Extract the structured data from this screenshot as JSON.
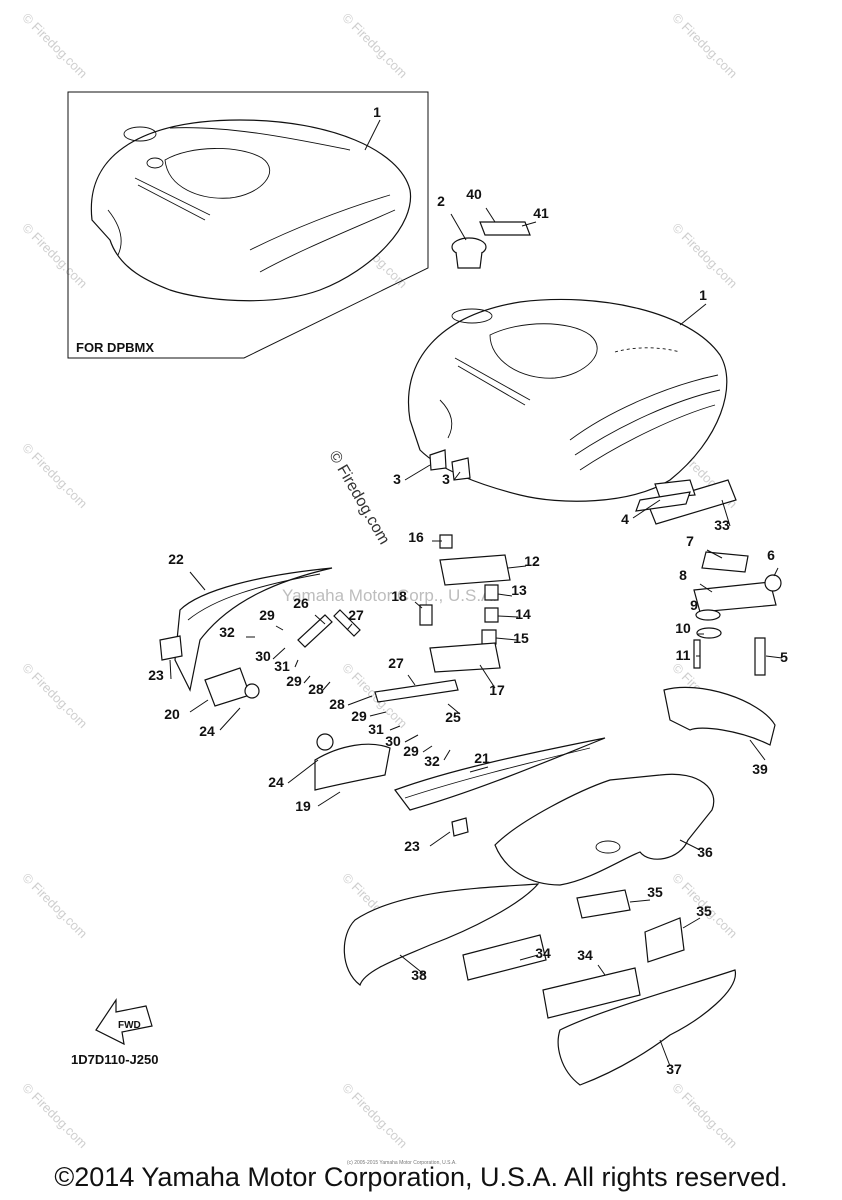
{
  "inset": {
    "label": "FOR DPBMX"
  },
  "diagram_code": "1D7D110-J250",
  "fwd_label": "FWD",
  "side_copyright": "© Firedog.com",
  "center_watermark": "Yamaha Motor Corp., U.S.A.",
  "watermark_text": "© Firedog.com",
  "tiny_copyright": "(c) 2005-2015 Yamaha Motor Corporation, U.S.A.",
  "copyright": "©2014 Yamaha Motor Corporation, U.S.A. All rights reserved.",
  "callouts": [
    {
      "label": "1"
    },
    {
      "label": "1"
    },
    {
      "label": "2"
    },
    {
      "label": "40"
    },
    {
      "label": "41"
    },
    {
      "label": "3"
    },
    {
      "label": "3"
    },
    {
      "label": "4"
    },
    {
      "label": "33"
    },
    {
      "label": "7"
    },
    {
      "label": "6"
    },
    {
      "label": "8"
    },
    {
      "label": "9"
    },
    {
      "label": "10"
    },
    {
      "label": "5"
    },
    {
      "label": "11"
    },
    {
      "label": "39"
    },
    {
      "label": "16"
    },
    {
      "label": "12"
    },
    {
      "label": "13"
    },
    {
      "label": "14"
    },
    {
      "label": "15"
    },
    {
      "label": "18"
    },
    {
      "label": "17"
    },
    {
      "label": "22"
    },
    {
      "label": "26"
    },
    {
      "label": "27"
    },
    {
      "label": "32"
    },
    {
      "label": "29"
    },
    {
      "label": "30"
    },
    {
      "label": "31"
    },
    {
      "label": "29"
    },
    {
      "label": "28"
    },
    {
      "label": "23"
    },
    {
      "label": "20"
    },
    {
      "label": "24"
    },
    {
      "label": "27"
    },
    {
      "label": "28"
    },
    {
      "label": "29"
    },
    {
      "label": "25"
    },
    {
      "label": "31"
    },
    {
      "label": "30"
    },
    {
      "label": "29"
    },
    {
      "label": "32"
    },
    {
      "label": "21"
    },
    {
      "label": "24"
    },
    {
      "label": "19"
    },
    {
      "label": "23"
    },
    {
      "label": "36"
    },
    {
      "label": "35"
    },
    {
      "label": "35"
    },
    {
      "label": "34"
    },
    {
      "label": "34"
    },
    {
      "label": "38"
    },
    {
      "label": "37"
    }
  ]
}
